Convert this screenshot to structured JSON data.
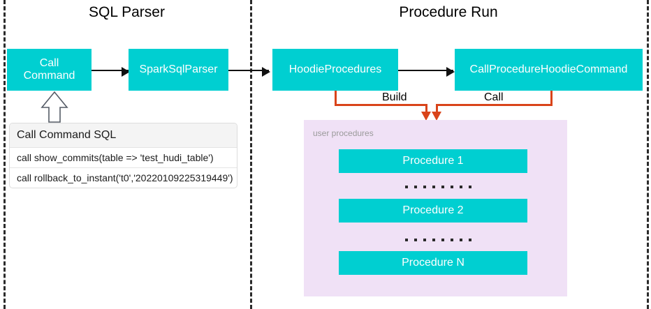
{
  "sections": [
    {
      "title": "SQL Parser"
    },
    {
      "title": "Procedure Run"
    }
  ],
  "parser_nodes": [
    {
      "label": "Call\nCommand"
    },
    {
      "label": "SparkSqlParser"
    }
  ],
  "run_nodes": [
    {
      "label": "HoodieProcedures"
    },
    {
      "label": "CallProcedureHoodieCommand"
    }
  ],
  "connector_labels": {
    "build": "Build",
    "call": "Call"
  },
  "sql_table": {
    "header": "Call Command SQL",
    "rows": [
      "call show_commits(table => 'test_hudi_table')",
      "call rollback_to_instant('t0','20220109225319449')"
    ]
  },
  "procedures_panel": {
    "label": "user procedures",
    "items": [
      {
        "label": "Procedure 1"
      },
      {
        "label": "Procedure 2"
      },
      {
        "label": "Procedure N"
      }
    ],
    "ellipsis_dot_count": 8
  },
  "colors": {
    "node_fill": "#00CFD1",
    "node_text": "#FFFFFF",
    "connector_orange": "#D9441A",
    "panel_fill": "#F0E1F6",
    "panel_label": "#9A9A9A",
    "divider": "#2B2B2B",
    "arrow_black": "#111111"
  }
}
